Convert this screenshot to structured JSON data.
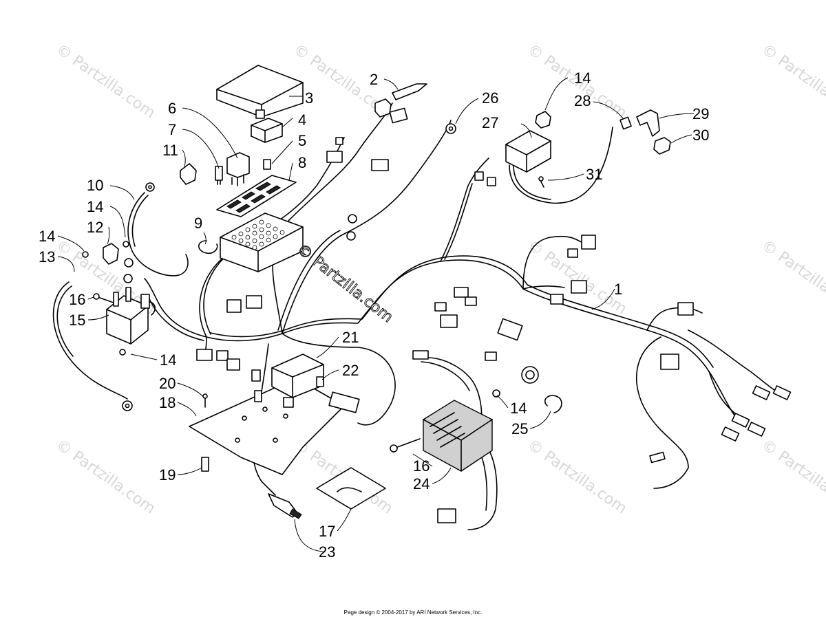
{
  "watermark": "© Partzilla.com",
  "center_watermark": "© Partzilla.com",
  "callouts": [
    "1",
    "2",
    "3",
    "4",
    "5",
    "6",
    "7",
    "8",
    "9",
    "10",
    "11",
    "12",
    "13",
    "14",
    "15",
    "16",
    "17",
    "18",
    "19",
    "20",
    "21",
    "22",
    "23",
    "24",
    "25",
    "26",
    "27",
    "28",
    "29",
    "30",
    "31"
  ],
  "footer": "Page design © 2004-2017 by ARI Network Services, Inc."
}
